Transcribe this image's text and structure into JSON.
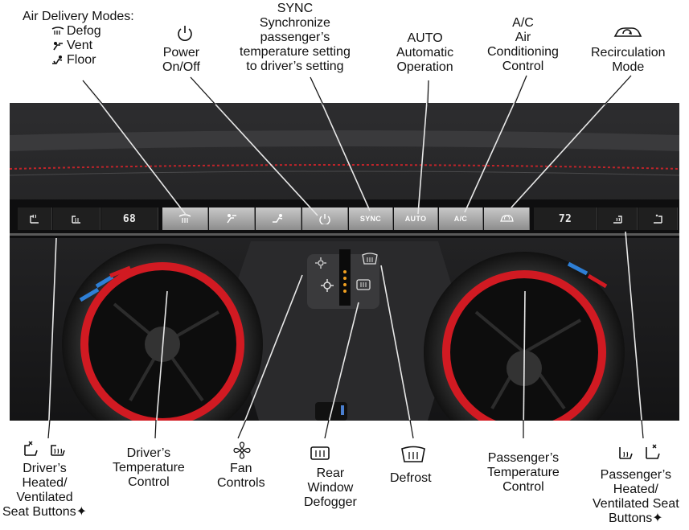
{
  "callouts": {
    "air_delivery": {
      "title": "Air Delivery Modes:",
      "defog": "Defog",
      "vent": "Vent",
      "floor": "Floor"
    },
    "power": {
      "line1": "Power",
      "line2": "On/Off"
    },
    "sync": {
      "line1": "SYNC",
      "line2": "Synchronize",
      "line3": "passenger’s",
      "line4": "temperature setting",
      "line5": "to driver’s setting"
    },
    "auto": {
      "line1": "AUTO",
      "line2": "Automatic",
      "line3": "Operation"
    },
    "ac": {
      "line1": "A/C",
      "line2": "Air",
      "line3": "Conditioning",
      "line4": "Control"
    },
    "recirc": {
      "line1": "Recirculation",
      "line2": "Mode"
    },
    "driver_seat": {
      "line1": "Driver’s",
      "line2": "Heated/",
      "line3": "Ventilated",
      "line4": "Seat Buttons✦"
    },
    "driver_temp": {
      "line1": "Driver’s",
      "line2": "Temperature",
      "line3": "Control"
    },
    "fan": {
      "line1": "Fan",
      "line2": "Controls"
    },
    "rear_defog": {
      "line1": "Rear",
      "line2": "Window",
      "line3": "Defogger"
    },
    "defrost": {
      "line1": "Defrost"
    },
    "pass_temp": {
      "line1": "Passenger’s",
      "line2": "Temperature",
      "line3": "Control"
    },
    "pass_seat": {
      "line1": "Passenger’s",
      "line2": "Heated/",
      "line3": "Ventilated Seat",
      "line4": "Buttons✦"
    }
  },
  "panel": {
    "driver_temp_display": "68",
    "pass_temp_display": "72",
    "sync_label": "SYNC",
    "auto_label": "AUTO",
    "ac_label": "A/C"
  },
  "colors": {
    "accent_red": "#d11a22",
    "accent_blue": "#2e7fd6",
    "panel_silver": "#a8a8a8",
    "console_dark": "#1a1a1b"
  }
}
